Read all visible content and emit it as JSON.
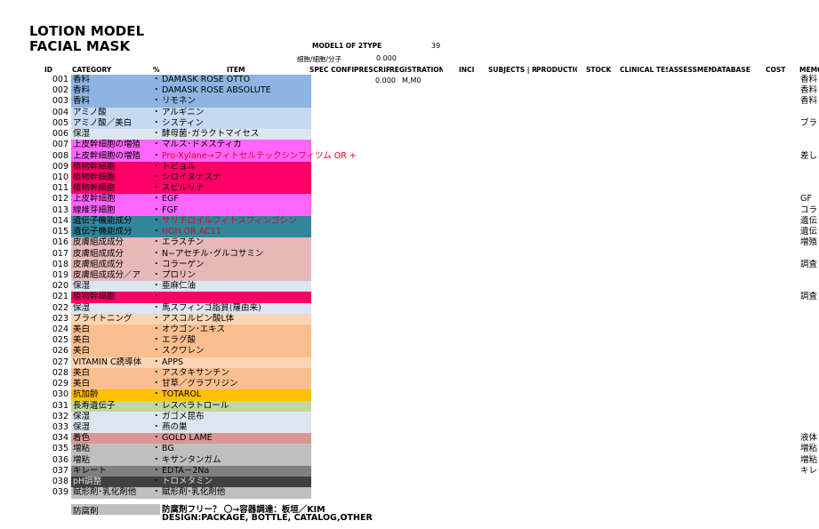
{
  "titles": {
    "line1": "LOTION MODEL",
    "line2": "FACIAL MASK"
  },
  "model": {
    "label": "MODEL1 OF 2TYPE",
    "value": "39"
  },
  "ratio": {
    "label": "細胞/細胞/分子",
    "value": "0.000"
  },
  "headers": {
    "id": "ID",
    "category": "CATEGORY",
    "percent": "%",
    "item": "ITEM",
    "spec": "SPEC CONFIRM",
    "prescription": "PRESCRIPTION",
    "registration": "REGISTRATION",
    "inci": "INCI",
    "subjects": "SUBJECTS | RIGHTS",
    "production": "PRODUCTION",
    "stock": "STOCK",
    "clinical": "CLINICAL TEST",
    "assessment": "ASSESSMENT",
    "database": "DATABASE",
    "cost": "COST",
    "memo": "MEMO"
  },
  "first_row_extra": {
    "value": "0.000",
    "mode": "M,M0"
  },
  "rows": [
    {
      "id": "001",
      "category": "香料",
      "item": "DAMASK ROSE OTTO",
      "memo": "香料",
      "bg": "#8db4e2"
    },
    {
      "id": "002",
      "category": "香料",
      "item": "DAMASK ROSE ABSOLUTE",
      "memo": "香料",
      "bg": "#8db4e2"
    },
    {
      "id": "003",
      "category": "香料",
      "item": "リモネン",
      "memo": "香料",
      "bg": "#8db4e2"
    },
    {
      "id": "004",
      "category": "アミノ酸",
      "item": "アルギニン",
      "memo": "",
      "bg": "#c5d9f1"
    },
    {
      "id": "005",
      "category": "アミノ酸／美白",
      "item": "システィン",
      "memo": "ブラ",
      "bg": "#c5d9f1"
    },
    {
      "id": "006",
      "category": "保湿",
      "item": "酵母菌･ガラクトマイセス",
      "memo": "",
      "bg": "#dce6f1"
    },
    {
      "id": "007",
      "category": "上皮幹細胞の増殖",
      "item": "マルス･ドメスティカ",
      "memo": "",
      "bg": "#ff66ff"
    },
    {
      "id": "008",
      "category": "上皮幹細胞の増殖",
      "item": "Pro-Xylane→フィトセルテックシンフィツム OR +",
      "memo": "差し",
      "bg": "#ff66ff",
      "red": true
    },
    {
      "id": "009",
      "category": "植物幹細胞",
      "item": "トビョル",
      "memo": "",
      "bg": "#ff0066"
    },
    {
      "id": "010",
      "category": "植物幹細胞",
      "item": "シロイヌナズナ",
      "memo": "",
      "bg": "#ff0066"
    },
    {
      "id": "011",
      "category": "植物幹細胞",
      "item": "スピルリナ",
      "memo": "",
      "bg": "#ff0066"
    },
    {
      "id": "012",
      "category": "上皮幹細胞",
      "item": "EGF",
      "memo": "GF",
      "bg": "#ff66ff"
    },
    {
      "id": "013",
      "category": "線維芽細胞",
      "item": "FGF",
      "memo": "コラ",
      "bg": "#ff66ff"
    },
    {
      "id": "014",
      "category": "遺伝子機能成分",
      "item": "サリチロイルフィトスフィンゴシン",
      "memo": "遺伝",
      "bg": "#31869b",
      "red": true
    },
    {
      "id": "015",
      "category": "遺伝子機能成分",
      "item": "HGH OR AC11",
      "memo": "遺伝",
      "bg": "#31869b",
      "red": true
    },
    {
      "id": "016",
      "category": "皮膚組成成分",
      "item": "エラスチン",
      "memo": "増殖",
      "bg": "#e6b8b7"
    },
    {
      "id": "017",
      "category": "皮膚組成成分",
      "item": "N−アセチル･グルコサミン",
      "memo": "",
      "bg": "#e6b8b7"
    },
    {
      "id": "018",
      "category": "皮膚組成成分",
      "item": "コラーゲン",
      "memo": "調査",
      "bg": "#e6b8b7"
    },
    {
      "id": "019",
      "category": "皮膚組成成分／ア",
      "item": "プロリン",
      "memo": "",
      "bg": "#e6b8b7"
    },
    {
      "id": "020",
      "category": "保湿",
      "item": "亜麻仁油",
      "memo": "",
      "bg": "#dce6f1"
    },
    {
      "id": "021",
      "category": "植物幹細胞",
      "item": "",
      "memo": "調査",
      "bg": "#ff0066"
    },
    {
      "id": "022",
      "category": "保湿",
      "item": "馬スフィンゴ脂質(蘿由来)",
      "memo": "",
      "bg": "#dce6f1"
    },
    {
      "id": "023",
      "category": "ブライトニング",
      "item": "アスコルビン酸L体",
      "memo": "",
      "bg": "#fcd5b4"
    },
    {
      "id": "024",
      "category": "美白",
      "item": "オウゴン･エキス",
      "memo": "",
      "bg": "#fabf8f"
    },
    {
      "id": "025",
      "category": "美白",
      "item": "エラグ酸",
      "memo": "",
      "bg": "#fabf8f"
    },
    {
      "id": "026",
      "category": "美白",
      "item": "スクワレン",
      "memo": "",
      "bg": "#fabf8f"
    },
    {
      "id": "027",
      "category": "VITAMIN C誘導体",
      "item": "APPS",
      "memo": "",
      "bg": "#fcd5b4"
    },
    {
      "id": "028",
      "category": "美白",
      "item": "アスタキサンチン",
      "memo": "",
      "bg": "#fabf8f"
    },
    {
      "id": "029",
      "category": "美白",
      "item": "甘草／グラブリジン",
      "memo": "",
      "bg": "#fabf8f"
    },
    {
      "id": "030",
      "category": "抗加齢",
      "item": "TOTAROL",
      "memo": "",
      "bg": "#ffc000"
    },
    {
      "id": "031",
      "category": "長寿遺伝子",
      "item": "レスベラトロール",
      "memo": "",
      "bg": "#c4d79b"
    },
    {
      "id": "032",
      "category": "保湿",
      "item": "ガゴメ昆布",
      "memo": "",
      "bg": "#dce6f1"
    },
    {
      "id": "033",
      "category": "保湿",
      "item": "燕の巣",
      "memo": "",
      "bg": "#dce6f1"
    },
    {
      "id": "034",
      "category": "着色",
      "item": "GOLD LAME",
      "memo": "液体",
      "bg": "#da9694"
    },
    {
      "id": "035",
      "category": "増粘",
      "item": "BG",
      "memo": "増粘",
      "bg": "#bfbfbf"
    },
    {
      "id": "036",
      "category": "増粘",
      "item": "キサンタンガム",
      "memo": "増粘",
      "bg": "#bfbfbf"
    },
    {
      "id": "037",
      "category": "キレート",
      "item": "EDTA－2Na",
      "memo": "キレ",
      "bg": "#808080"
    },
    {
      "id": "038",
      "category": "pH調整",
      "item": "トロメタミン",
      "memo": "",
      "bg": "#404040",
      "light": true
    },
    {
      "id": "039",
      "category": "賦形剤･乳化剤他",
      "item": "賦形剤･乳化剤他",
      "memo": "",
      "bg": "#bfbfbf"
    }
  ],
  "footer": {
    "category": "防腐剤",
    "line1": "防腐剤フリー？ 〇→容器調達：板垣／KIM",
    "line2": "DESIGN:PACKAGE, BOTTLE, CATALOG,OTHER"
  },
  "dot": "・"
}
